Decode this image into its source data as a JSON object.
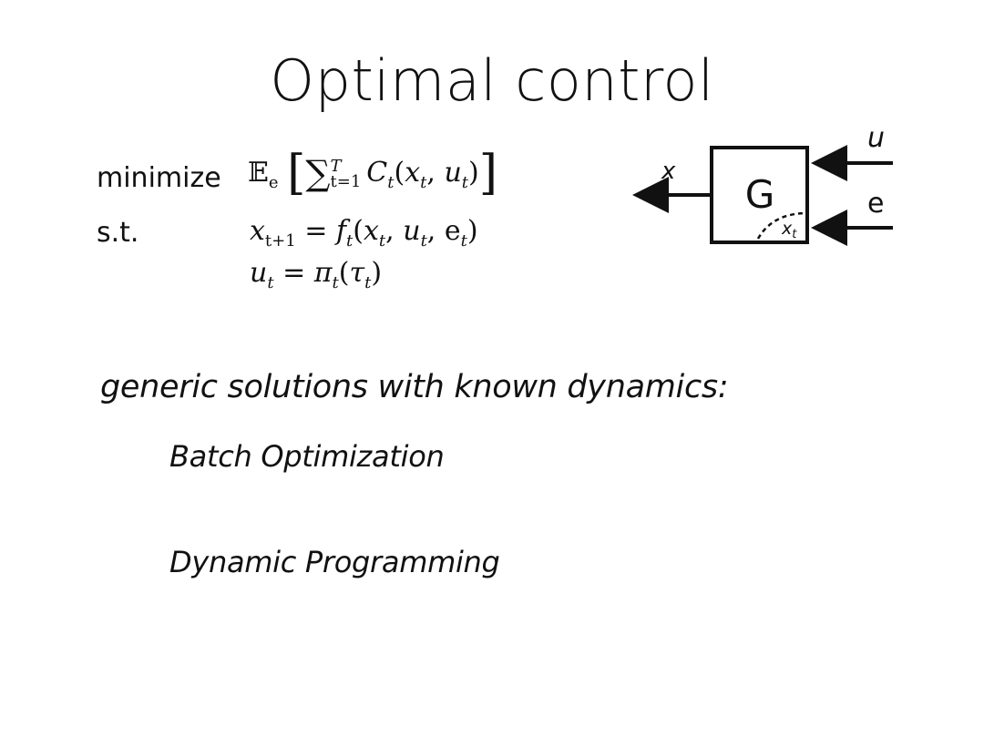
{
  "slide": {
    "title": "Optimal control"
  },
  "problem": {
    "objective_label": "minimize",
    "constraint_label": "s.t.",
    "expectation_symbol": "𝔼",
    "expectation_sub": "e",
    "sum_upper": "T",
    "sum_lower": "t=1",
    "objective_term": "C",
    "objective_args": "(x",
    "constraint1_lhs": "x",
    "constraint1_lhs_sub": "t+1",
    "constraint1_rhs": "= f",
    "constraint1_args": "(x",
    "constraint2_lhs": "u",
    "constraint2_rhs": "= π",
    "constraint2_arg": "(τ"
  },
  "diagram": {
    "block_label": "G",
    "state_label": "x",
    "state_sub": "t",
    "output_label": "x",
    "input_control_label": "u",
    "input_noise_label": "e"
  },
  "content": {
    "subtitle": "generic solutions with known dynamics:",
    "items": [
      {
        "label": "Batch Optimization"
      },
      {
        "label": "Dynamic Programming"
      }
    ]
  }
}
